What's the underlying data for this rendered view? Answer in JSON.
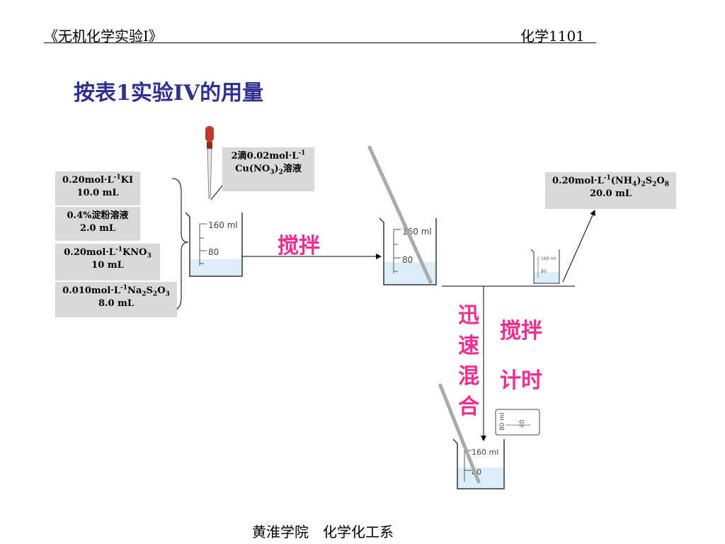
{
  "header": {
    "left": "《无机化学实验Ⅰ》",
    "right": "化学1101"
  },
  "title": "按表1实验IV的用量",
  "reagents": [
    {
      "line1_prefix": "0.20mol·L",
      "line1_sup": "-1",
      "line1_suffix": "KI",
      "line2": "10.0 mL"
    },
    {
      "line1_prefix": "0.4%淀粉溶液",
      "line1_sup": "",
      "line1_suffix": "",
      "line2": "2.0  mL"
    },
    {
      "line1_prefix": "0.20mol·L",
      "line1_sup": "-1",
      "line1_suffix": "KNO",
      "line1_sub": "3",
      "line2": "10  mL"
    },
    {
      "line1_prefix": "0.010mol·L",
      "line1_sup": "-1",
      "line1_suffix": "Na",
      "line1_sub1": "2",
      "line1_mid": "S",
      "line1_sub2": "2",
      "line1_end": "O",
      "line1_sub3": "3",
      "line2": "8.0  mL"
    }
  ],
  "dropper_label": {
    "line1_prefix": "2滴0.02mol·L",
    "line1_sup": "-1",
    "line2_prefix": "Cu(NO",
    "line2_sub1": "3",
    "line2_mid": ")",
    "line2_sub2": "2",
    "line2_suffix": "溶液"
  },
  "persulfate_label": {
    "prefix": "0.20mol·L",
    "sup": "-1",
    "a": "(NH",
    "sub1": "4",
    "b": ")",
    "sub2": "2",
    "c": "S",
    "sub3": "2",
    "d": "O",
    "sub4": "8",
    "line2": "20.0  mL"
  },
  "annotations": {
    "stir1": "搅拌",
    "fast_mix": [
      "迅",
      "速",
      "混",
      "合"
    ],
    "stir2": "搅拌",
    "timing": "计时"
  },
  "beaker_marks": {
    "large_top": "160 ml",
    "large_mid": "80",
    "small_top": "160 ml",
    "small_mid": "80",
    "cyl_a": "80 ml",
    "cyl_b": "40"
  },
  "footer": "黄淮学院　化学化工系",
  "colors": {
    "title": "#2f3090",
    "pink": "#ee2f8f",
    "label_bg": "#d9d9d9",
    "liquid": "#dceef8"
  }
}
